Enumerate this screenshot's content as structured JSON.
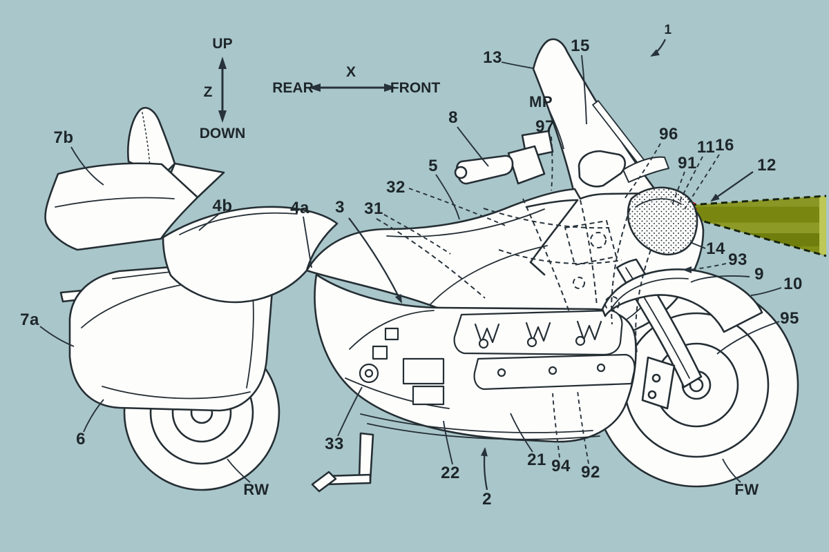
{
  "colors": {
    "background": "#a9c6ca",
    "line": "#242e33",
    "fill_white": "#fdfdfc",
    "beam_olive": "#7b8a12",
    "beam_olive_dark": "#6f7e0c",
    "beam_olive_light": "#8d9a26",
    "beam_edge_highlight": "#bdc856",
    "marker_red": "#d01010"
  },
  "axis_indicators": {
    "vertical": {
      "up": "UP",
      "axis": "Z",
      "down": "DOWN"
    },
    "horizontal": {
      "rear": "REAR",
      "axis": "X",
      "front": "FRONT"
    }
  },
  "reference_labels": [
    {
      "id": "1",
      "text": "1"
    },
    {
      "id": "13",
      "text": "13"
    },
    {
      "id": "15",
      "text": "15"
    },
    {
      "id": "8",
      "text": "8"
    },
    {
      "id": "5",
      "text": "5"
    },
    {
      "id": "MP",
      "text": "MP"
    },
    {
      "id": "97",
      "text": "97"
    },
    {
      "id": "96",
      "text": "96"
    },
    {
      "id": "91",
      "text": "91"
    },
    {
      "id": "11",
      "text": "11"
    },
    {
      "id": "16",
      "text": "16"
    },
    {
      "id": "12",
      "text": "12"
    },
    {
      "id": "14",
      "text": "14"
    },
    {
      "id": "93",
      "text": "93"
    },
    {
      "id": "9",
      "text": "9"
    },
    {
      "id": "10",
      "text": "10"
    },
    {
      "id": "95",
      "text": "95"
    },
    {
      "id": "7b",
      "text": "7b"
    },
    {
      "id": "4b",
      "text": "4b"
    },
    {
      "id": "4a",
      "text": "4a"
    },
    {
      "id": "3",
      "text": "3"
    },
    {
      "id": "31",
      "text": "31"
    },
    {
      "id": "32",
      "text": "32"
    },
    {
      "id": "7a",
      "text": "7a"
    },
    {
      "id": "6",
      "text": "6"
    },
    {
      "id": "RW",
      "text": "RW"
    },
    {
      "id": "33",
      "text": "33"
    },
    {
      "id": "22",
      "text": "22"
    },
    {
      "id": "2",
      "text": "2"
    },
    {
      "id": "21",
      "text": "21"
    },
    {
      "id": "94",
      "text": "94"
    },
    {
      "id": "92",
      "text": "92"
    },
    {
      "id": "FW",
      "text": "FW"
    }
  ]
}
